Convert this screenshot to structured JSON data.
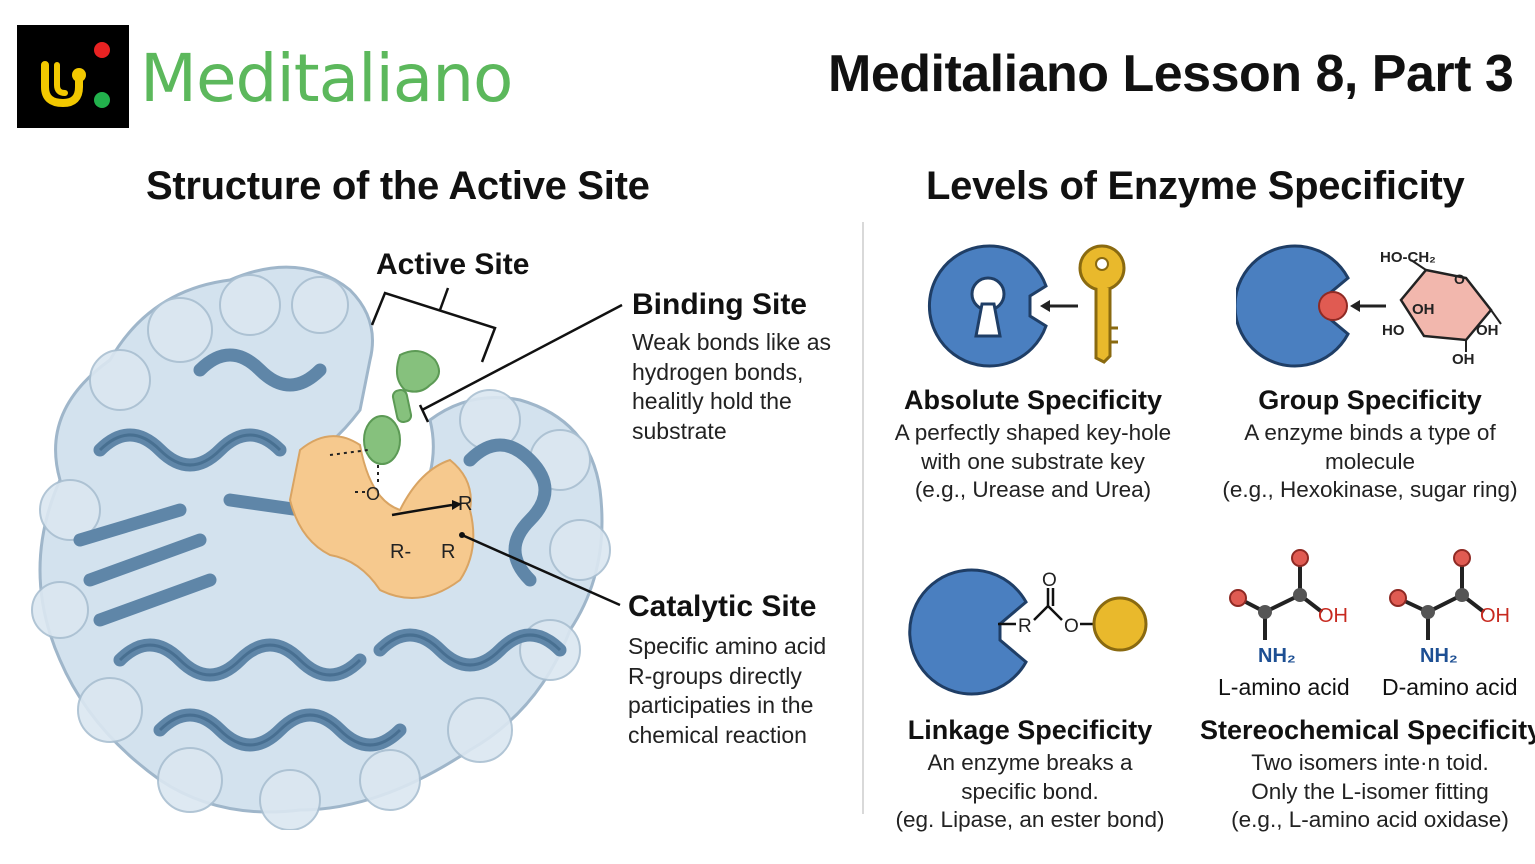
{
  "header": {
    "brand": "Meditaliano",
    "lesson_title": "Meditaliano Lesson 8, Part 3"
  },
  "colors": {
    "brand_green": "#5cb85c",
    "enzyme_blue": "#4a7fc0",
    "protein_blue": "#6f93b3",
    "active_orange": "#f6c98e",
    "substrate_green": "#86c17d",
    "key_gold": "#e9b92c",
    "oxygen_red": "#e05b52"
  },
  "left": {
    "title": "Structure of the Active Site",
    "active_site_label": "Active Site",
    "binding": {
      "title": "Binding Site",
      "desc": "Weak bonds like as\nhydrogen bonds,\nhealitly hold the\nsubstrate"
    },
    "catalytic": {
      "title": "Catalytic Site",
      "desc": "Specific amino acid\nR-groups directly\nparticipaties in the\nchemical reaction"
    },
    "diagram_labels": {
      "o": "O",
      "r1": "R",
      "r2": "R-",
      "r3": "R"
    }
  },
  "right": {
    "title": "Levels of Enzyme Specificity",
    "absolute": {
      "title": "Absolute Specificity",
      "desc": "A perfectly shaped key-hole\nwith one substrate key\n(e.g., Urease and Urea)"
    },
    "group": {
      "title": "Group Specificity",
      "desc": "A enzyme binds a type of\nmolecule\n(e.g., Hexokinase, sugar ring)",
      "sugar_labels": {
        "top": "HO-CH₂",
        "ring_o": "O",
        "oh_center": "OH",
        "ho_left": "HO",
        "oh_right": "OH",
        "oh_bottom": "OH"
      }
    },
    "linkage": {
      "title": "Linkage Specificity",
      "desc": "An enzyme breaks a\nspecific bond.\n(eg. Lipase, an ester bond)",
      "bond_labels": {
        "r": "R",
        "o_top": "O",
        "o_mid": "O"
      }
    },
    "stereo": {
      "title": "Stereochemical Specificity",
      "desc": "Two isomers inte·n toid.\nOnly the L-isomer fitting\n(e.g., L-amino acid oxidase)",
      "l_label": "L-amino acid",
      "d_label": "D-amino acid",
      "oh": "OH",
      "nh2": "NH₂"
    }
  }
}
